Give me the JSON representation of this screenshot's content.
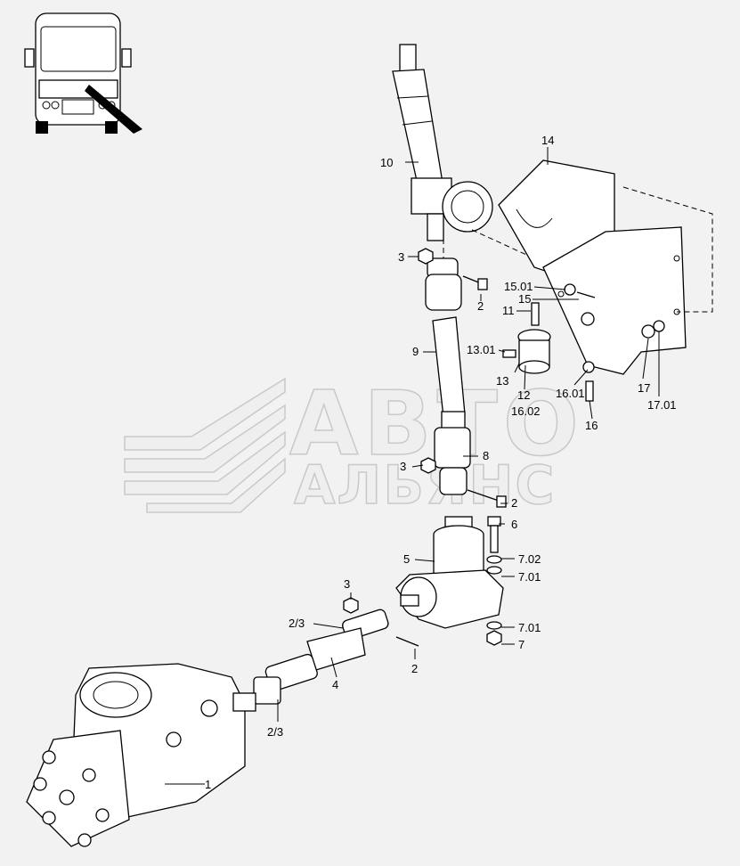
{
  "watermark": {
    "line1": "АВТО",
    "line2": "АЛЬЯНС"
  },
  "callouts": [
    {
      "id": "c-14",
      "text": "14"
    },
    {
      "id": "c-10",
      "text": "10"
    },
    {
      "id": "c-3a",
      "text": "3"
    },
    {
      "id": "c-2a",
      "text": "2"
    },
    {
      "id": "c-15-01",
      "text": "15.01"
    },
    {
      "id": "c-15",
      "text": "15"
    },
    {
      "id": "c-11",
      "text": "11"
    },
    {
      "id": "c-9",
      "text": "9"
    },
    {
      "id": "c-13-01",
      "text": "13.01"
    },
    {
      "id": "c-13",
      "text": "13"
    },
    {
      "id": "c-12",
      "text": "12"
    },
    {
      "id": "c-16-02",
      "text": "16.02"
    },
    {
      "id": "c-16-01",
      "text": "16.01"
    },
    {
      "id": "c-17",
      "text": "17"
    },
    {
      "id": "c-17-01",
      "text": "17.01"
    },
    {
      "id": "c-16",
      "text": "16"
    },
    {
      "id": "c-8",
      "text": "8"
    },
    {
      "id": "c-3b",
      "text": "3"
    },
    {
      "id": "c-2b",
      "text": "2"
    },
    {
      "id": "c-6",
      "text": "6"
    },
    {
      "id": "c-5",
      "text": "5"
    },
    {
      "id": "c-7-02",
      "text": "7.02"
    },
    {
      "id": "c-7-01a",
      "text": "7.01"
    },
    {
      "id": "c-3c",
      "text": "3"
    },
    {
      "id": "c-2-3a",
      "text": "2/3"
    },
    {
      "id": "c-7-01b",
      "text": "7.01"
    },
    {
      "id": "c-7",
      "text": "7"
    },
    {
      "id": "c-2c",
      "text": "2"
    },
    {
      "id": "c-4",
      "text": "4"
    },
    {
      "id": "c-2-3b",
      "text": "2/3"
    },
    {
      "id": "c-1",
      "text": "1"
    }
  ]
}
